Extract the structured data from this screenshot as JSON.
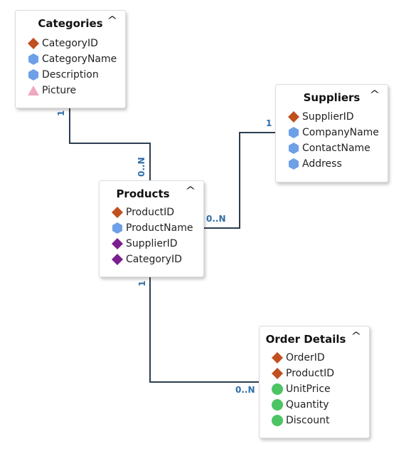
{
  "colors": {
    "primary_key": "#c0501f",
    "text_field": "#6da0e8",
    "binary_field": "#f0a8c0",
    "foreign_key": "#7b1f8f",
    "numeric_field": "#4cc463",
    "relationship_line": "#2c3e50",
    "multiplicity_text": "#2f6da8"
  },
  "entities": {
    "categories": {
      "title": "Categories",
      "collapse_icon": "chevron-up-icon",
      "fields": [
        {
          "name": "CategoryID",
          "icon": "primary-key-icon"
        },
        {
          "name": "CategoryName",
          "icon": "text-field-icon"
        },
        {
          "name": "Description",
          "icon": "text-field-icon"
        },
        {
          "name": "Picture",
          "icon": "binary-field-icon"
        }
      ]
    },
    "suppliers": {
      "title": "Suppliers",
      "collapse_icon": "chevron-up-icon",
      "fields": [
        {
          "name": "SupplierID",
          "icon": "primary-key-icon"
        },
        {
          "name": "CompanyName",
          "icon": "text-field-icon"
        },
        {
          "name": "ContactName",
          "icon": "text-field-icon"
        },
        {
          "name": "Address",
          "icon": "text-field-icon"
        }
      ]
    },
    "products": {
      "title": "Products",
      "collapse_icon": "chevron-up-icon",
      "fields": [
        {
          "name": "ProductID",
          "icon": "primary-key-icon"
        },
        {
          "name": "ProductName",
          "icon": "text-field-icon"
        },
        {
          "name": "SupplierID",
          "icon": "foreign-key-icon"
        },
        {
          "name": "CategoryID",
          "icon": "foreign-key-icon"
        }
      ]
    },
    "order_details": {
      "title": "Order Details",
      "collapse_icon": "chevron-up-icon",
      "fields": [
        {
          "name": "OrderID",
          "icon": "primary-key-icon"
        },
        {
          "name": "ProductID",
          "icon": "primary-key-icon"
        },
        {
          "name": "UnitPrice",
          "icon": "numeric-field-icon"
        },
        {
          "name": "Quantity",
          "icon": "numeric-field-icon"
        },
        {
          "name": "Discount",
          "icon": "numeric-field-icon"
        }
      ]
    }
  },
  "relationships": {
    "categories_products": {
      "from_multiplicity": "1",
      "to_multiplicity": "0..N"
    },
    "suppliers_products": {
      "from_multiplicity": "1",
      "to_multiplicity": "0..N"
    },
    "products_order_details": {
      "from_multiplicity": "1",
      "to_multiplicity": "0..N"
    }
  }
}
